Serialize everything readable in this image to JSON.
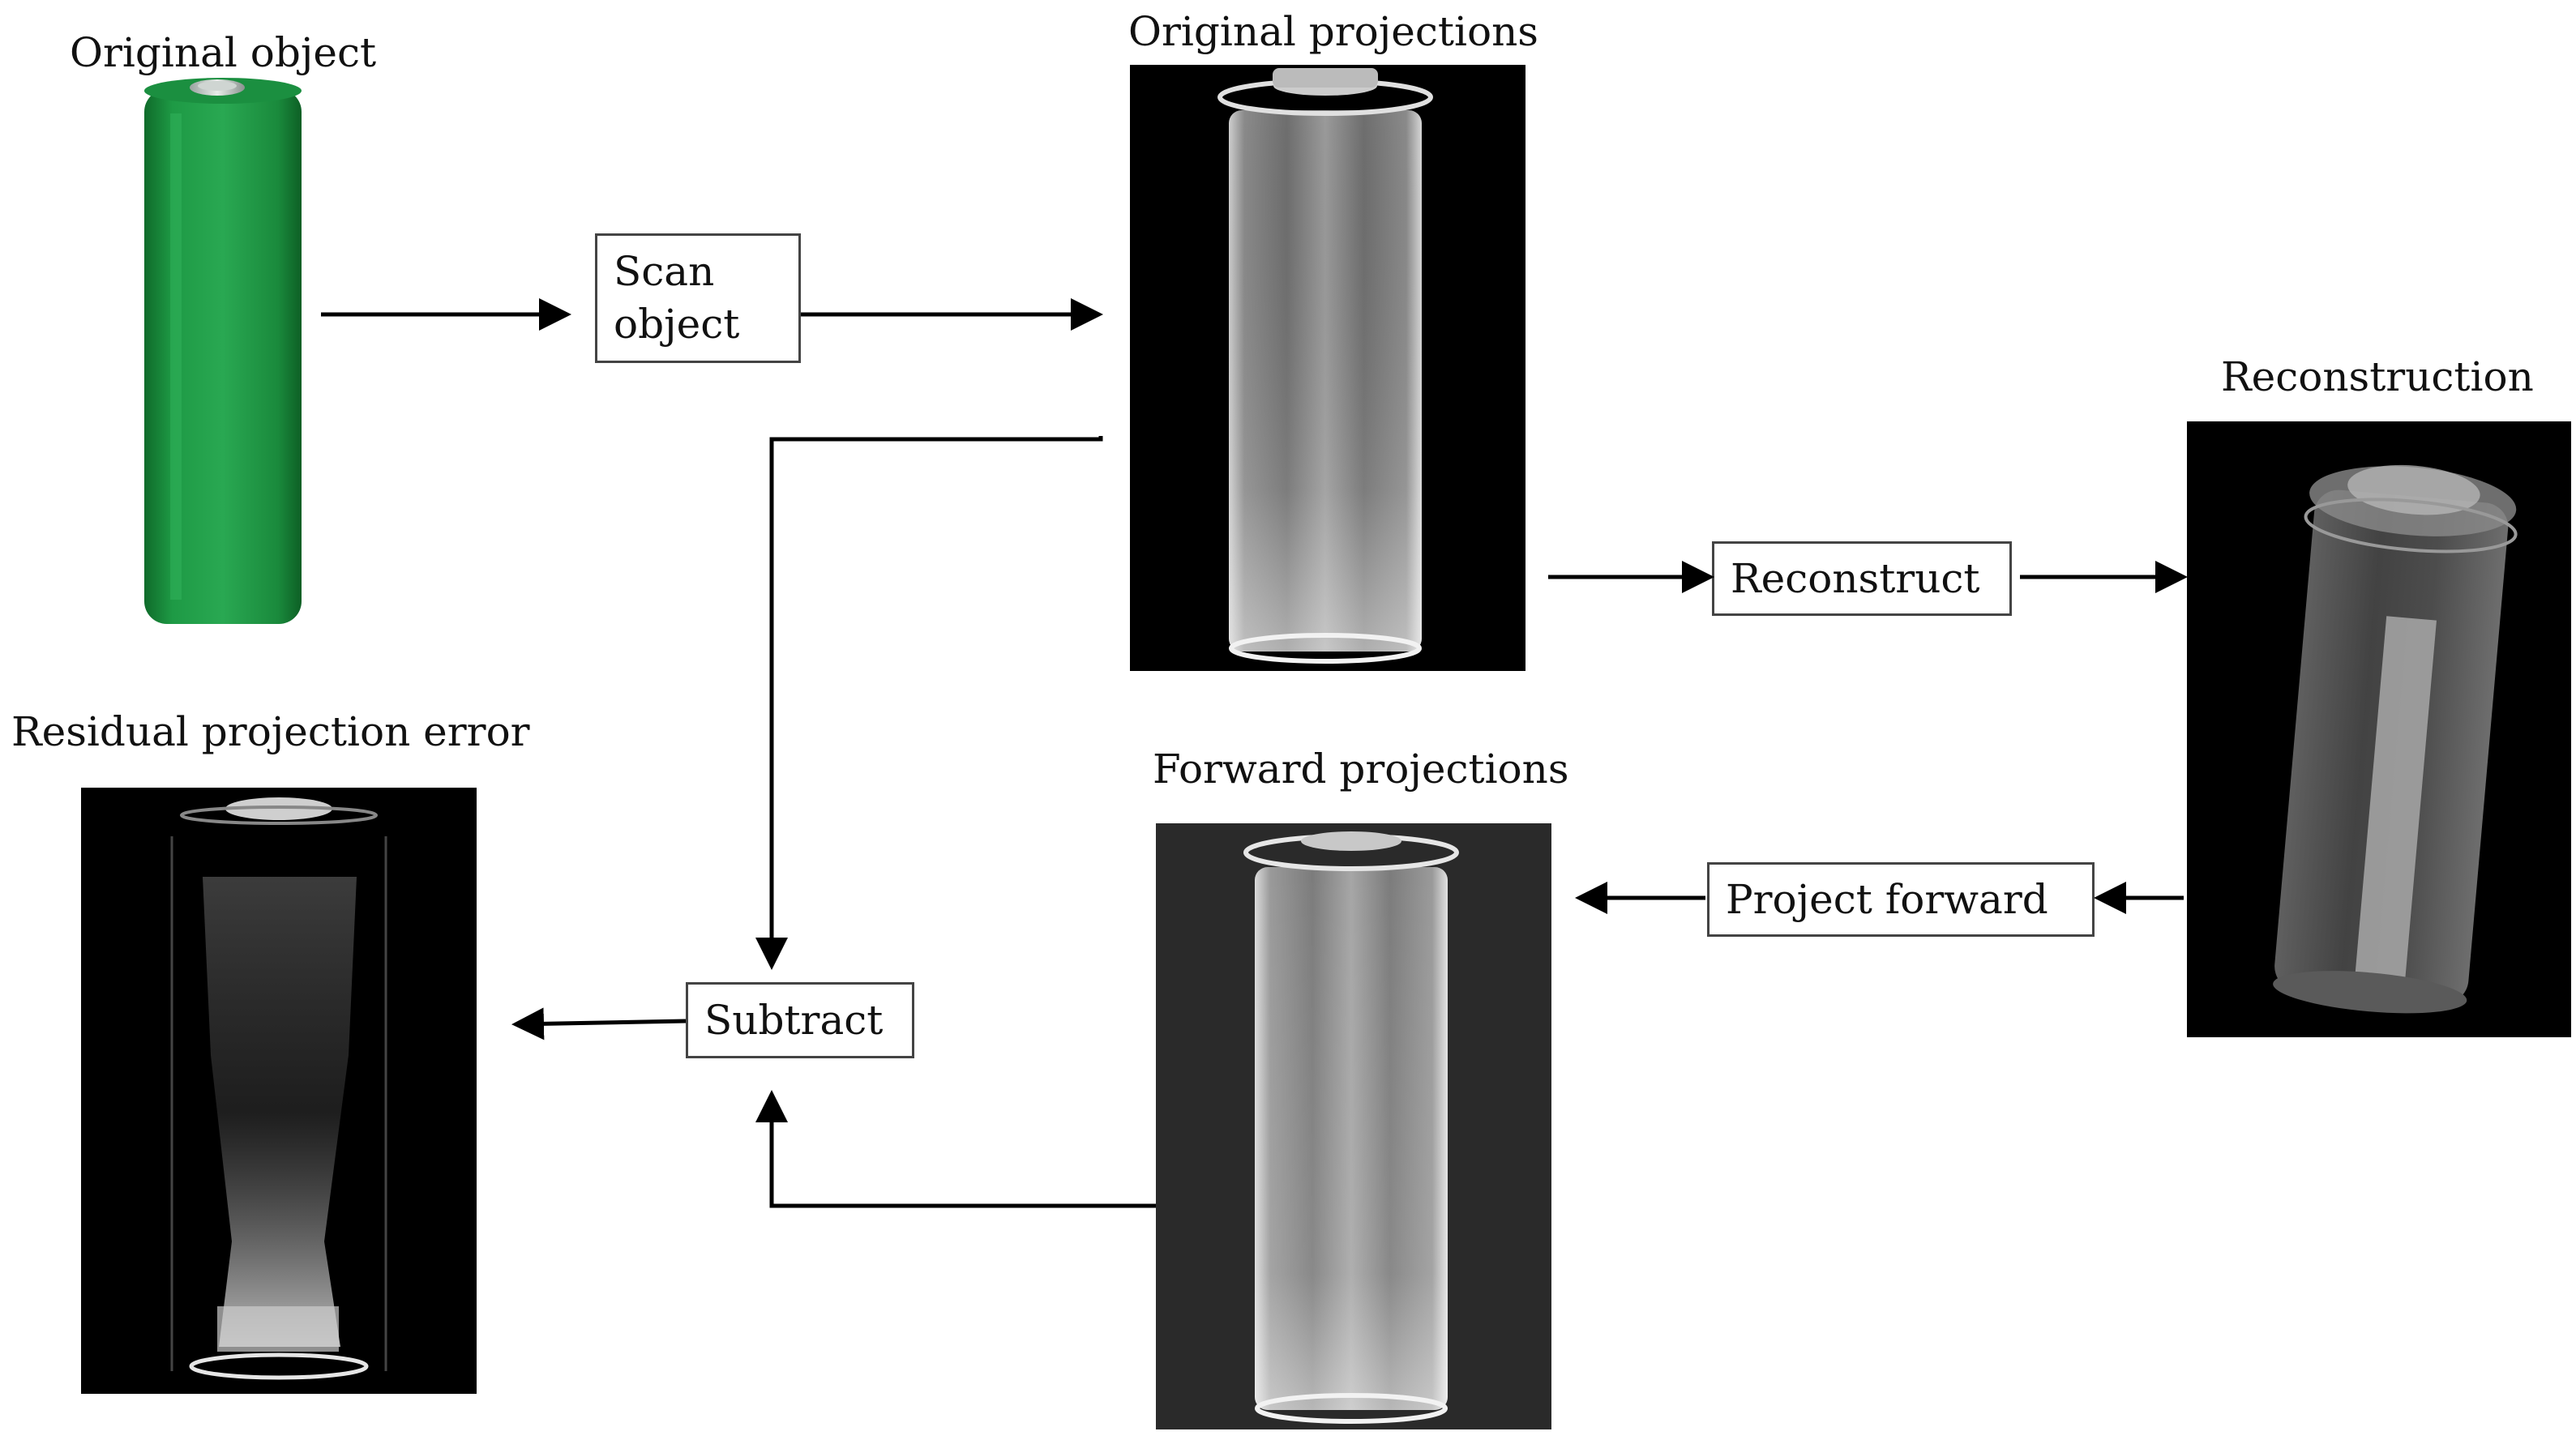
{
  "titles": {
    "original_object": "Original object",
    "original_projections": "Original projections",
    "reconstruction": "Reconstruction",
    "forward_projections": "Forward projections",
    "residual_error": "Residual projection error"
  },
  "steps": {
    "scan_line1": "Scan",
    "scan_line2": "object",
    "reconstruct": "Reconstruct",
    "project_forward": "Project forward",
    "subtract": "Subtract"
  },
  "colors": {
    "battery_green": "#1f8f3e",
    "panel_black": "#000000",
    "forward_bg": "#2a2a2a",
    "arrow": "#000000"
  }
}
